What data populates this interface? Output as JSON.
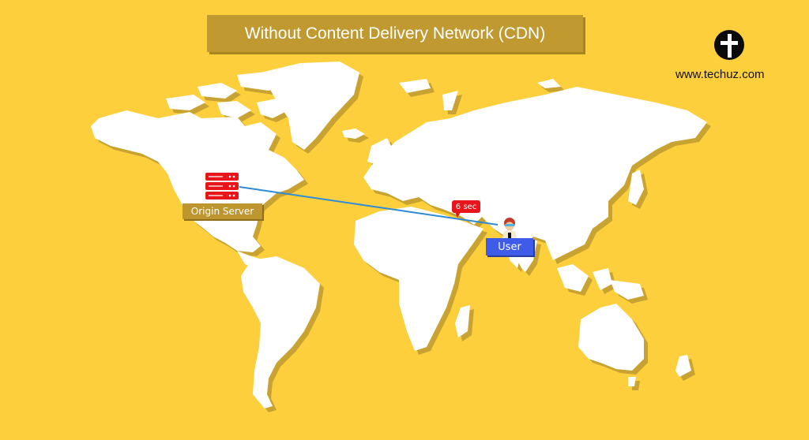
{
  "title": "Without Content Delivery Network (CDN)",
  "brand": {
    "site": "www.techuz.com",
    "logo_icon": "cross-logo-icon"
  },
  "nodes": {
    "origin": {
      "label": "Origin Server",
      "icon": "server-rack-icon"
    },
    "user": {
      "label": "User",
      "icon": "person-avatar-icon"
    }
  },
  "connection": {
    "latency_label": "6 sec",
    "color": "#2E8BD8"
  },
  "colors": {
    "background": "#FDCF3C",
    "land": "#FFFFFF",
    "land_shadow": "#C9A332",
    "title_bg": "#C09A30",
    "origin_label_bg": "#BE9630",
    "user_label_bg": "#3E5BEA",
    "server_red": "#E8161A",
    "latency_bg": "#E8161A"
  }
}
